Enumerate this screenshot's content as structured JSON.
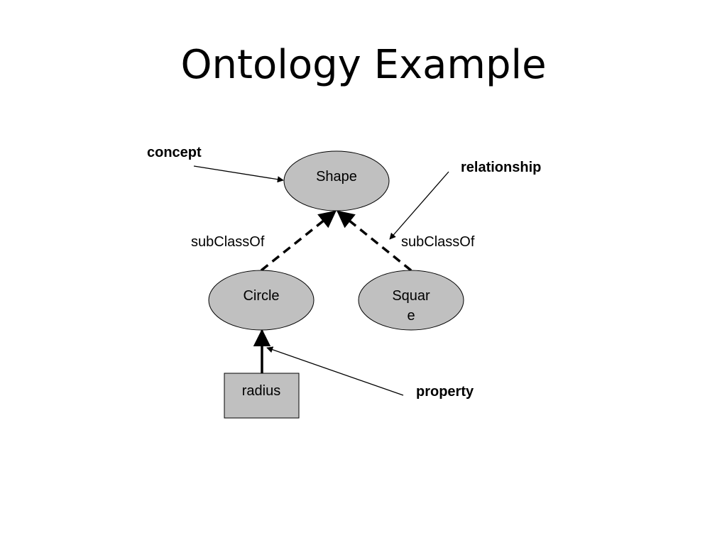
{
  "slide": {
    "title": "Ontology Example"
  },
  "diagram": {
    "nodes": {
      "shape": "Shape",
      "circle": "Circle",
      "square_line1": "Squar",
      "square_line2": "e",
      "radius": "radius"
    },
    "edges": {
      "circle_to_shape": "subClassOf",
      "square_to_shape": "subClassOf"
    },
    "annotations": {
      "concept": "concept",
      "relationship": "relationship",
      "property": "property"
    }
  },
  "colors": {
    "node_fill": "#c0c0c0",
    "stroke": "#000000",
    "background": "#ffffff"
  }
}
